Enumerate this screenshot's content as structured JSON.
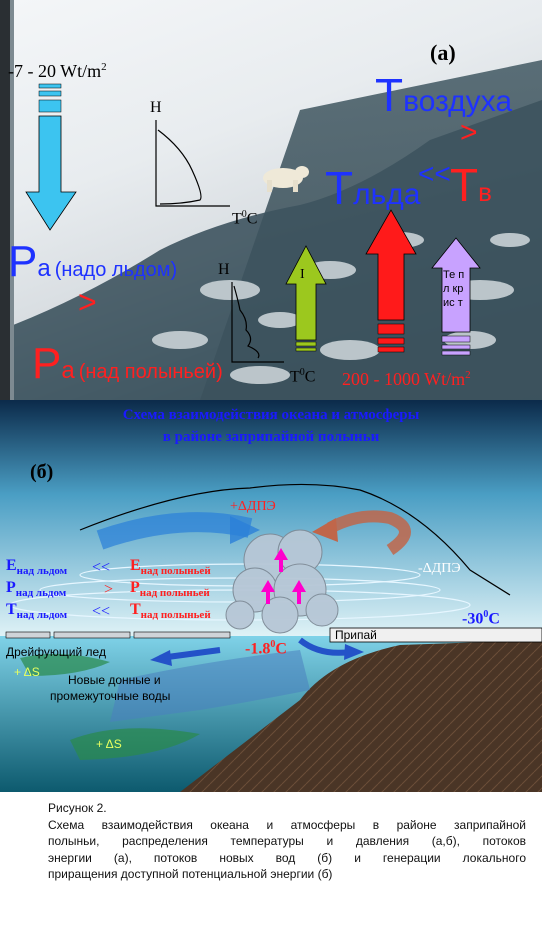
{
  "panel_a": {
    "label": "(a)",
    "flux_small": "-7  - 20 Wt/m",
    "flux_small_sup": "2",
    "flux_large": "200  - 1000 Wt/m",
    "flux_large_sup": "2",
    "h_label_1": "H",
    "h_label_2": "H",
    "t_axis_1": "T",
    "t_axis_1_sup": "0",
    "t_axis_1_unit": "C",
    "t_axis_2": "T",
    "t_axis_2_sup": "0",
    "t_axis_2_unit": "C",
    "t_air_big": "T",
    "t_air_sub": "воздуха",
    "gt_1": ">",
    "t_ice_big": "T",
    "t_ice_sub": "льда",
    "lt_1": "<<",
    "t_w_big": "T",
    "t_w_sub": "в",
    "p_big_1": "P",
    "p_sub_1": "а",
    "p_note_1": "(надо льдом)",
    "gt_2": ">",
    "p_big_2": "P",
    "p_sub_2": "а",
    "p_note_2": "(над полыньей)",
    "arrow_green_label": "I",
    "arrow_violet_label": "Те пл кр ис т"
  },
  "panel_b": {
    "title_line1": "Схема  взаимодействия океана и атмосферы",
    "title_line2": "в районе    заприпайной полыньи",
    "label": "(б)",
    "dpe_plus": "+ΔДПЭ",
    "dpe_minus": "-ΔДПЭ",
    "e_ice": "E",
    "e_ice_sub": "над льдом",
    "e_cmp": "<<",
    "e_poly": "E",
    "e_poly_sub": "над полыньей",
    "p_ice": "P",
    "p_ice_sub": "над льдом",
    "p_cmp": ">",
    "p_poly": "P",
    "p_poly_sub": "над полыньей",
    "t_ice": "T",
    "t_ice_sub": "над льдом",
    "t_cmp": "<<",
    "t_poly": "T",
    "t_poly_sub": "над полыньей",
    "temp_air": "-30",
    "temp_air_sup": "0",
    "temp_air_unit": "C",
    "temp_water": "-1.8",
    "temp_water_sup": "0",
    "temp_water_unit": "C",
    "fast_ice": "Припай",
    "drift_ice": "Дрейфующий лед",
    "salt_1": "+ ΔS",
    "salt_2": "+ ΔS",
    "new_waters_1": "Новые донные и",
    "new_waters_2": "промежуточные воды"
  },
  "caption": {
    "line1": "Рисунок 2.",
    "line2": "Схема   взаимодействия  океана  и  атмосферы  в  районе  заприпайной",
    "line3": "полыньи,  распределения  температуры  и  давления  (а,б),  потоков",
    "line4": "энергии  (а),  потоков  новых  вод  (б)  и  генерации  локального",
    "line5": "приращения доступной потенциальной энергии (б)"
  }
}
